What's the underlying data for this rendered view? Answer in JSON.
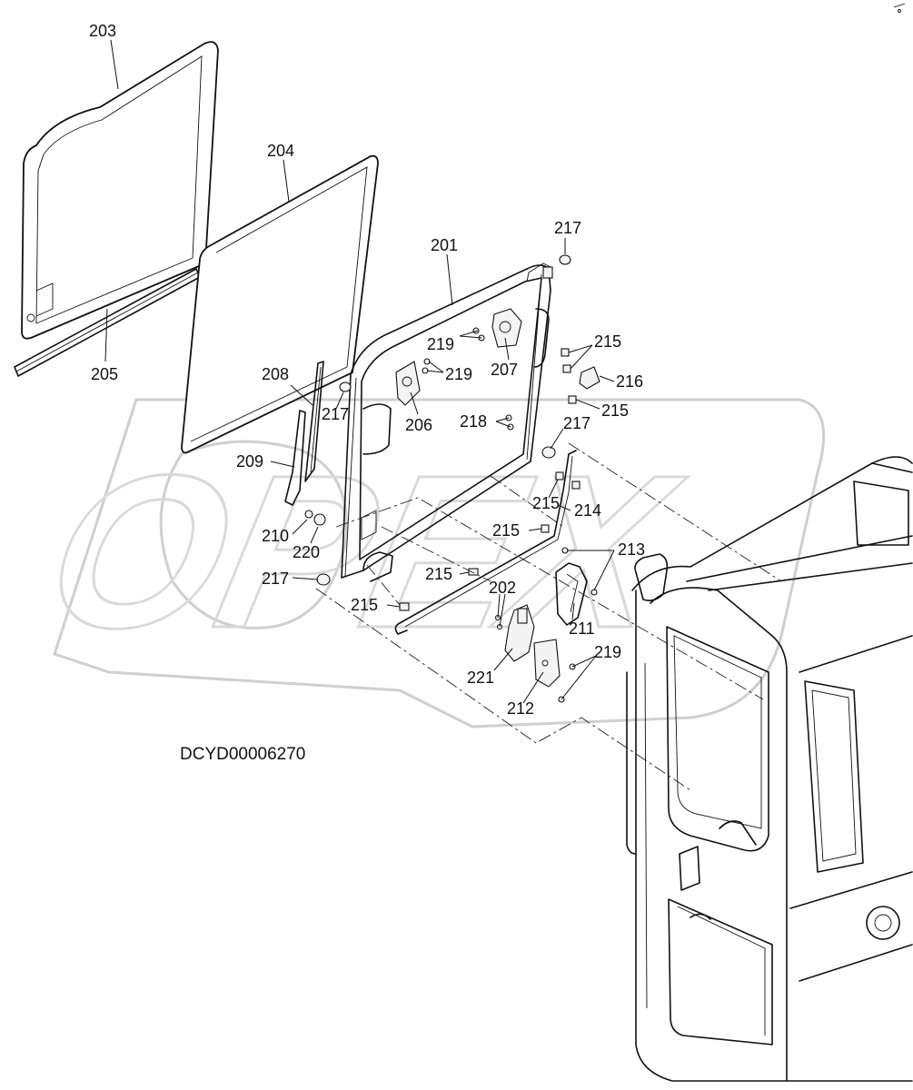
{
  "diagram_code": "DCYD00006270",
  "watermark": "OPEX",
  "part_labels": {
    "p201": "201",
    "p202": "202",
    "p203": "203",
    "p204": "204",
    "p205": "205",
    "p206": "206",
    "p207": "207",
    "p208": "208",
    "p209": "209",
    "p210": "210",
    "p211": "211",
    "p212": "212",
    "p213": "213",
    "p214": "214",
    "p215": "215",
    "p216": "216",
    "p217": "217",
    "p218": "218",
    "p219": "219",
    "p220": "220",
    "p221": "221"
  },
  "colors": {
    "line": "#111111",
    "watermark": "#cfcfcf",
    "background": "#ffffff"
  }
}
